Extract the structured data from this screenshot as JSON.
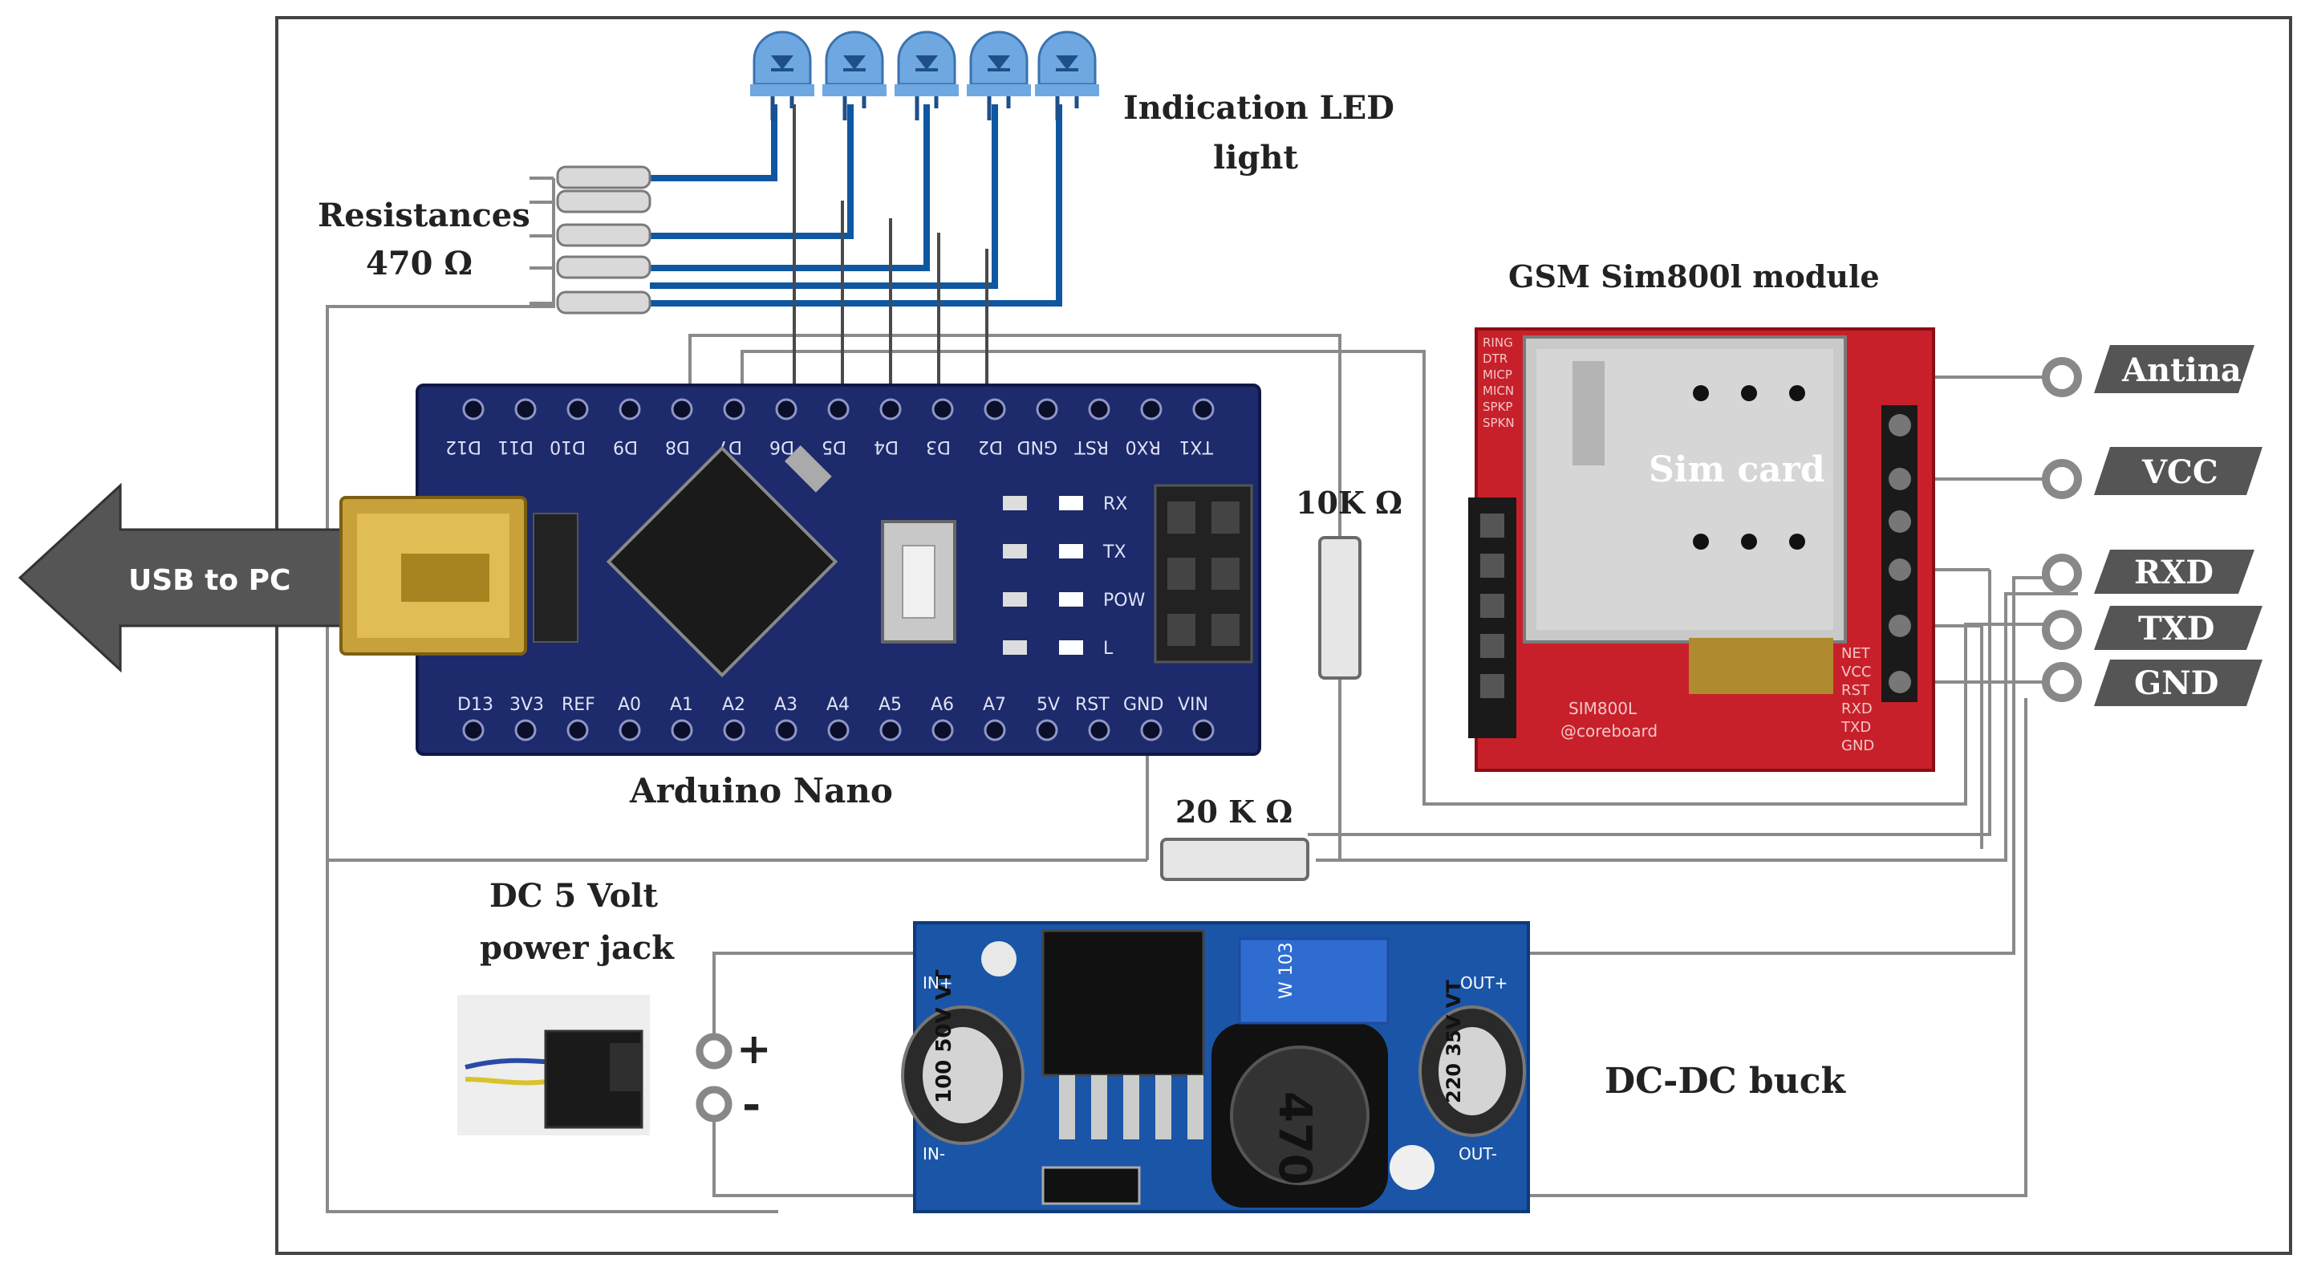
{
  "labels": {
    "leds": "Indication LED",
    "leds_line2": "light",
    "resistances": "Resistances",
    "resistance_value": "470 Ω",
    "gsm": "GSM Sim800l module",
    "sim_card": "Sim card",
    "arduino": "Arduino Nano",
    "usb": "USB to PC",
    "r10k": "10K Ω",
    "r20k": "20 K Ω",
    "dc_jack": "DC 5 Volt",
    "dc_jack_line2": "power jack",
    "buck": "DC-DC buck",
    "plus": "+",
    "minus": "-"
  },
  "arduino_pins_top": [
    "D12",
    "D11",
    "D10",
    "D9",
    "D8",
    "D7",
    "D6",
    "D5",
    "D4",
    "D3",
    "D2",
    "GND",
    "RST",
    "RX0",
    "TX1"
  ],
  "arduino_pins_bottom": [
    "D13",
    "3V3",
    "REF",
    "A0",
    "A1",
    "A2",
    "A3",
    "A4",
    "A5",
    "A6",
    "A7",
    "5V",
    "RST",
    "GND",
    "VIN"
  ],
  "arduino_leds": [
    "RX",
    "TX",
    "POW",
    "L"
  ],
  "gsm_pins_right": [
    "NET",
    "VCC",
    "RST",
    "RXD",
    "TXD",
    "GND"
  ],
  "gsm_pins_left": [
    "RING",
    "DTR",
    "MICP",
    "MICN",
    "SPKP",
    "SPKN"
  ],
  "gsm_board_text": [
    "SIM800L",
    "@coreboard"
  ],
  "buck_text": {
    "in_plus": "IN+",
    "in_minus": "IN-",
    "out_plus": "OUT+",
    "out_minus": "OUT-",
    "cap1": "100 50V VT",
    "cap2": "220 35V VT",
    "inductor": "470",
    "pot": "W 103"
  },
  "gsm_tags": [
    "Antina",
    "VCC",
    "RXD",
    "TXD",
    "GND"
  ],
  "colors": {
    "arduino_board": "#1d2a6b",
    "gsm_board": "#c8202a",
    "buck_board": "#1a55a8",
    "wire_blue": "#0f57a0",
    "wire_grey": "#8a8a8a",
    "tag_bg": "#555555",
    "led": "#6fa8e0"
  }
}
